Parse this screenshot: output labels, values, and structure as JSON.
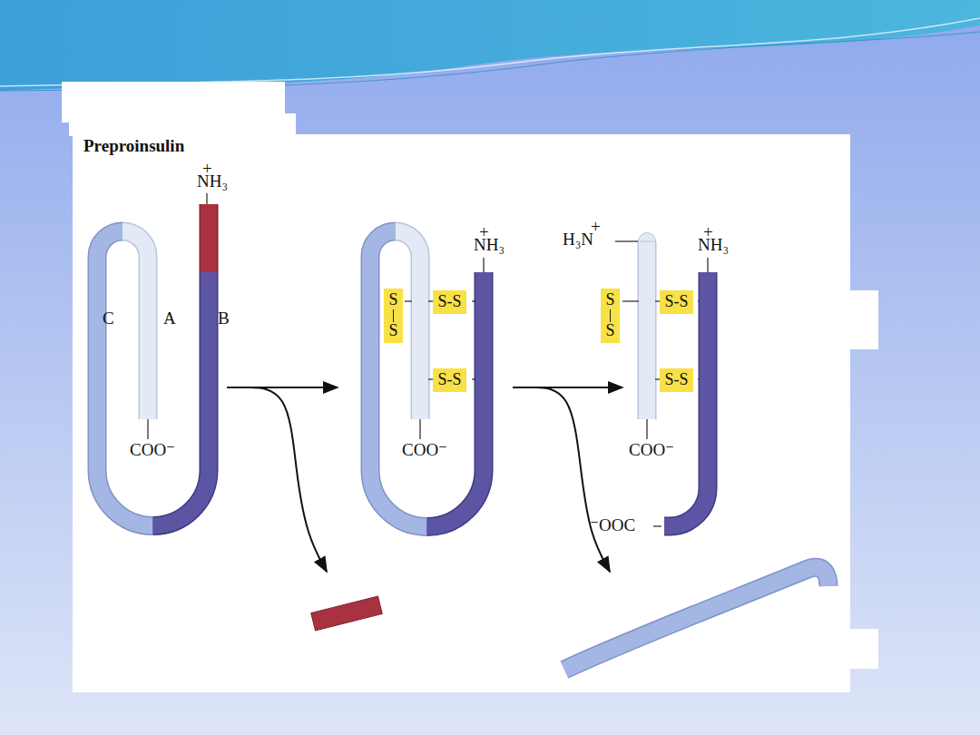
{
  "diagram": {
    "nodes": [
      {
        "text": [
          "S",
          "S"
        ]
      },
      {
        "text": [
          "S-S"
        ]
      },
      {
        "text": [
          "S-S"
        ]
      },
      {
        "text": [
          "S",
          "S"
        ]
      },
      {
        "text": [
          "S-S"
        ]
      },
      {
        "text": [
          "S-S"
        ]
      }
    ],
    "labels": [
      "Preproinsulin",
      "+",
      "NH₃",
      "C",
      "A",
      "B",
      "COO⁻",
      "+",
      "NH₃",
      "COO⁻",
      "+",
      "H₃N",
      "+",
      "NH₃",
      "COO⁻",
      "⁻OOC"
    ]
  }
}
